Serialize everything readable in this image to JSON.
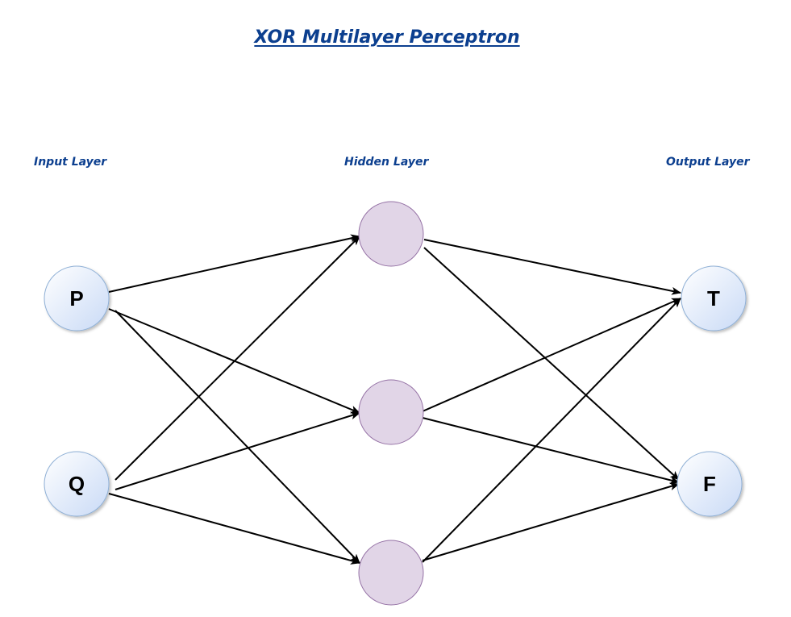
{
  "title": "XOR Multilayer Perceptron",
  "layers": {
    "input": "Input Layer",
    "hidden": "Hidden Layer",
    "output": "Output Layer"
  },
  "nodes": {
    "input": [
      "P",
      "Q"
    ],
    "hidden": [
      "",
      "",
      ""
    ],
    "output": [
      "T",
      "F"
    ]
  },
  "colors": {
    "title": "#0c3f8f",
    "io_node_fill_light": "#ffffff",
    "io_node_fill_dark": "#c9daf6",
    "io_node_stroke": "#8fb0d6",
    "hidden_node_fill": "#e1d5e7",
    "hidden_node_stroke": "#9673a6",
    "edge": "#000000"
  }
}
